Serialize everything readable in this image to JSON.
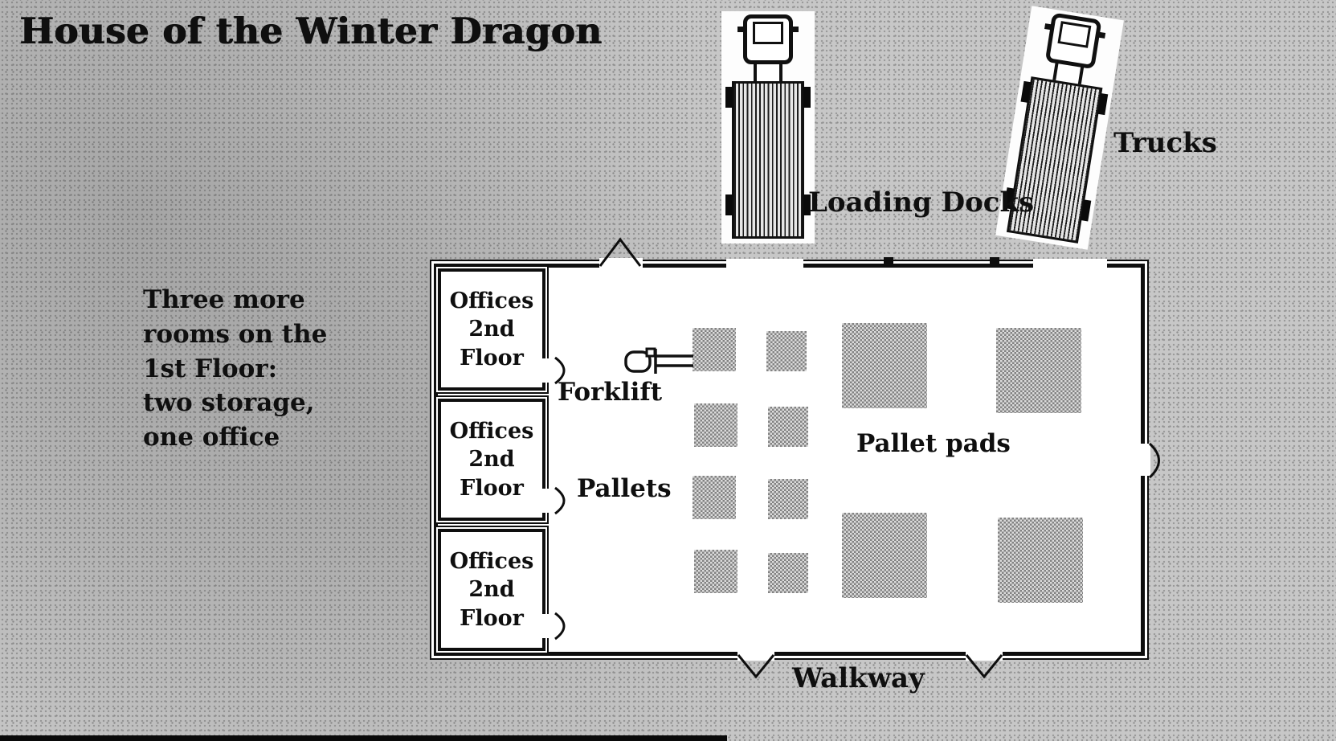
{
  "title": "House of the Winter Dragon",
  "note": "Three more\nrooms on the\n1st Floor:\ntwo storage,\none office",
  "labels": {
    "trucks": "Trucks",
    "loading_docks": "Loading Docks",
    "forklift": "Forklift",
    "pallets": "Pallets",
    "pallet_pads": "Pallet pads",
    "walkway": "Walkway"
  },
  "offices": [
    {
      "label": "Offices\n2nd\nFloor"
    },
    {
      "label": "Offices\n2nd\nFloor"
    },
    {
      "label": "Offices\n2nd\nFloor"
    }
  ],
  "colors": {
    "background": "#c7c7c7",
    "ink": "#0e0e0e",
    "floor": "#ffffff",
    "pallet_fill": "#828282"
  }
}
